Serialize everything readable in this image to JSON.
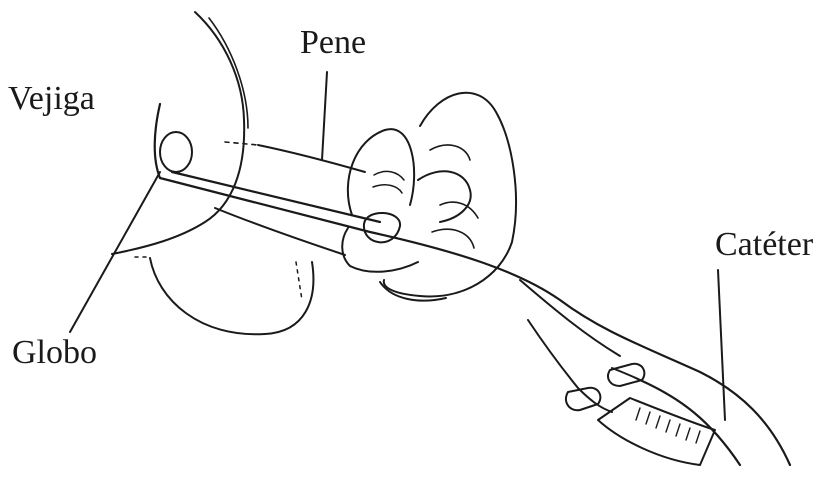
{
  "labels": {
    "bladder": "Vejiga",
    "penis": "Pene",
    "catheter": "Catéter",
    "balloon": "Globo"
  },
  "colors": {
    "ink": "#1a1a1a",
    "background": "#ffffff"
  }
}
